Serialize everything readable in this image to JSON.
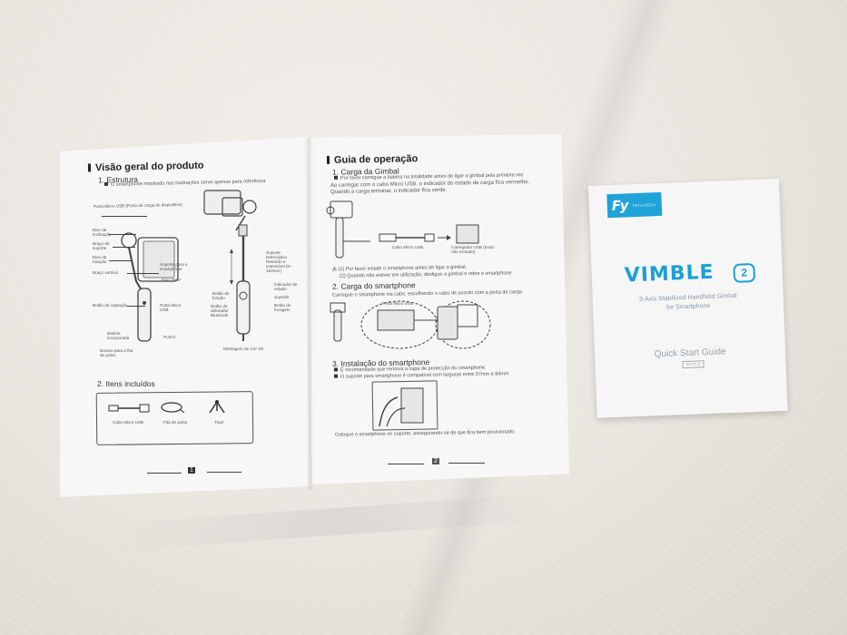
{
  "left_page": {
    "title": "Visão geral do produto",
    "section1": "1. Estrutura",
    "note": "O smartphone mostrado nas ilustrações serve apenas para referência",
    "labels": {
      "micro_usb_port": "Porta Micro USB (Porta de carga do dispositivo)",
      "tilt_axis": "Eixo de inclinação",
      "support_arm": "Braço de suporte",
      "roll_axis": "Eixo de rotação",
      "phone_holder": "Suporte para o smartphone",
      "vertical_arm": "Braço vertical",
      "pan_axis": "Eixo \"Pan\"",
      "capture_button": "Botão de captação",
      "micro_usb": "Porta Micro USB",
      "battery": "Bateria incorporada",
      "handle": "Punho",
      "strap_hole": "Buraco para a fita de pulso",
      "telescopic": "Suporte telescópico Retraído e extensível (0–183mm)",
      "status_led": "Indicador de estado",
      "joystick": "Joystick",
      "function_button": "Botão de função",
      "bluetooth": "Botão de obturador Bluetooth",
      "focus_button": "Botão de focagem",
      "mount": "Montagem de 1/4\"-20"
    },
    "section2": "2. Itens incluídos",
    "items": [
      "Cabo Micro USB",
      "Fita de pulso",
      "Tripé"
    ],
    "page_number": "1"
  },
  "right_page": {
    "title": "Guia de operação",
    "s1": "1. Carga da Gimbal",
    "s1_note": "Por favor carregue a bateria na totalidade antes de ligar a gimbal pela primeira vez",
    "s1_text1": "Ao carregar com o cabo Micro USB, o indicador do estado de carga fica vermelho.",
    "s1_text2": "Quando a carga terminar, o indicador fica verde.",
    "cable_label": "Cabo Micro USB",
    "charger_label": "Carregador USB (Inclui não incluído)",
    "warn1": "(1) Por favor instale o smartphone antes de ligar a gimbal;",
    "warn2": "(2) Quando não estiver em utilização, desligue a gimbal e retire o smartphone",
    "s2": "2. Carga do smartphone",
    "s2_text": "Carregue o smartphone via cabo, escolhendo o cabo de acordo com a porta de carga.",
    "port_label": "Porta Micro USB",
    "s3": "3. Instalação do smartphone",
    "s3_b1": "É recomendado que remova a capa de protecção do smartphone.",
    "s3_b2": "O suporte para smartphone é compatível com larguras entre 57mm e 84mm",
    "s3_text": "Coloque o smartphone no suporte, assegurando-se de que fica bem posicionado.",
    "page_number": "2"
  },
  "card": {
    "brand": "Fy",
    "brand_small": "FEIYUTECH",
    "product": "VIMBLE",
    "product_num": "2",
    "subtitle1": "3-Axis Stabilized Handheld Gimbal",
    "subtitle2": "for Smartphone",
    "guide": "Quick Start Guide",
    "version": "EN V1.0"
  }
}
